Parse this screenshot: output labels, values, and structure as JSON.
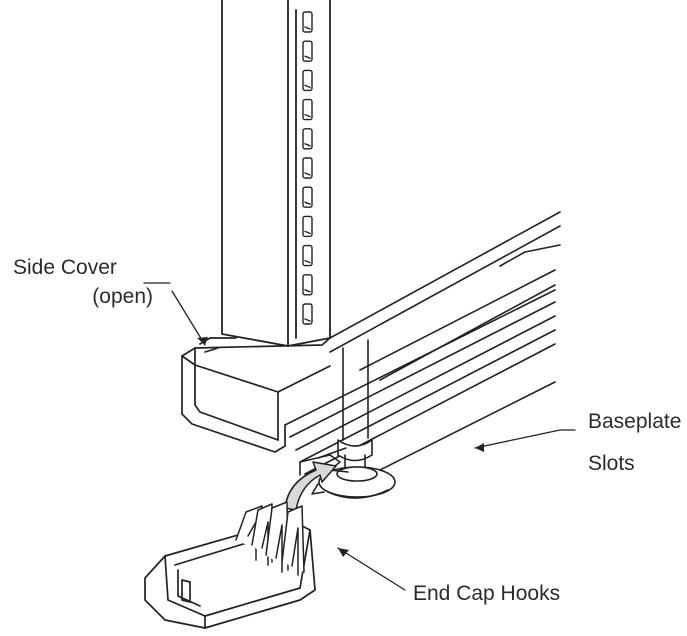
{
  "colors": {
    "line": "#222222",
    "text": "#2b2b2b",
    "shade": "#d9d9d9",
    "background": "#ffffff"
  },
  "callouts": {
    "side_cover": "Side Cover",
    "side_cover_state": "(open)",
    "baseplate_line1": "Baseplate",
    "baseplate_line2": "Slots",
    "end_cap_hooks": "End Cap Hooks"
  }
}
